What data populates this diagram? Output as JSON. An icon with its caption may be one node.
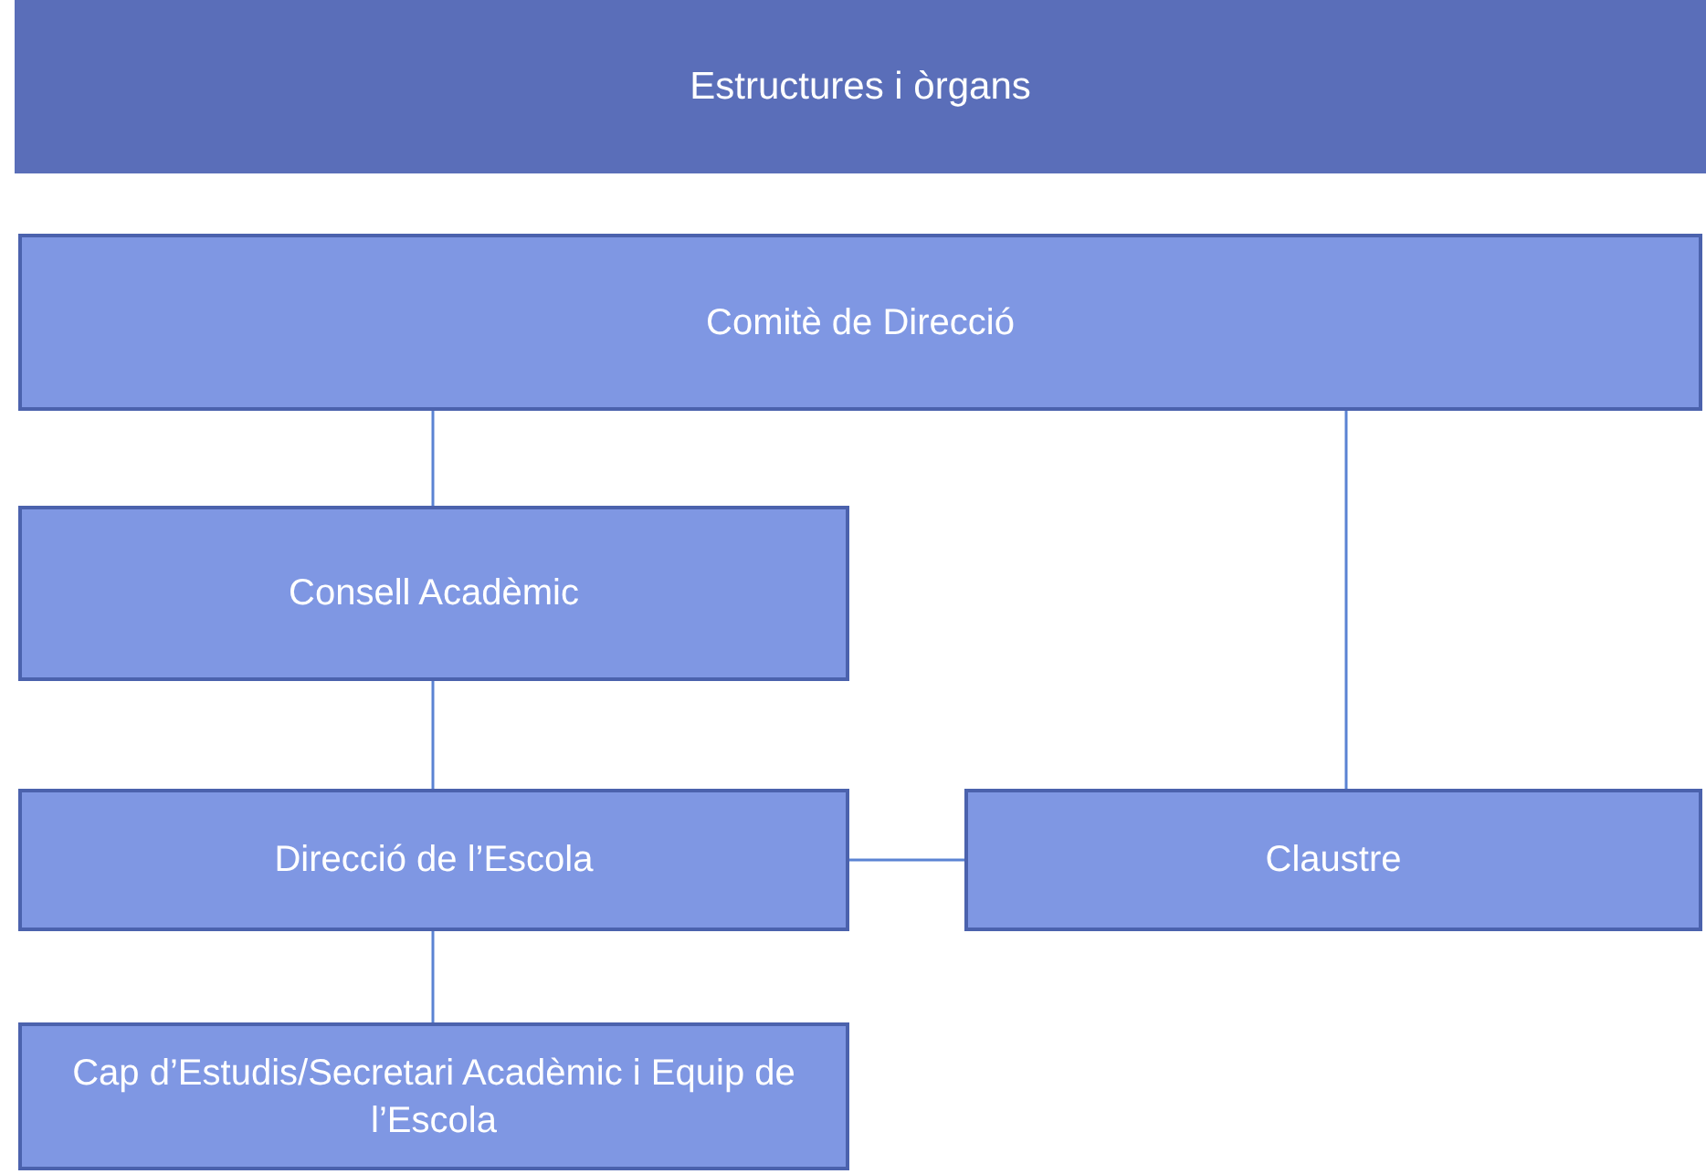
{
  "diagram": {
    "title": "Estructures i òrgans",
    "nodes": [
      {
        "text": [
          "Comitè de Direcció"
        ]
      },
      {
        "text": [
          "Consell Acadèmic"
        ]
      },
      {
        "text": [
          "Direcció de l’Escola"
        ]
      },
      {
        "text": [
          "Claustre"
        ]
      },
      {
        "text": [
          "Cap d’Estudis/Secretari Acadèmic i Equip de l’Escola"
        ]
      }
    ],
    "edges": [
      {
        "from": 0,
        "to": 1,
        "arrow": "none"
      },
      {
        "from": 0,
        "to": 3,
        "arrow": "none"
      },
      {
        "from": 1,
        "to": 2,
        "arrow": "none"
      },
      {
        "from": 2,
        "to": 3,
        "arrow": "none"
      },
      {
        "from": 2,
        "to": 4,
        "arrow": "none"
      }
    ]
  }
}
